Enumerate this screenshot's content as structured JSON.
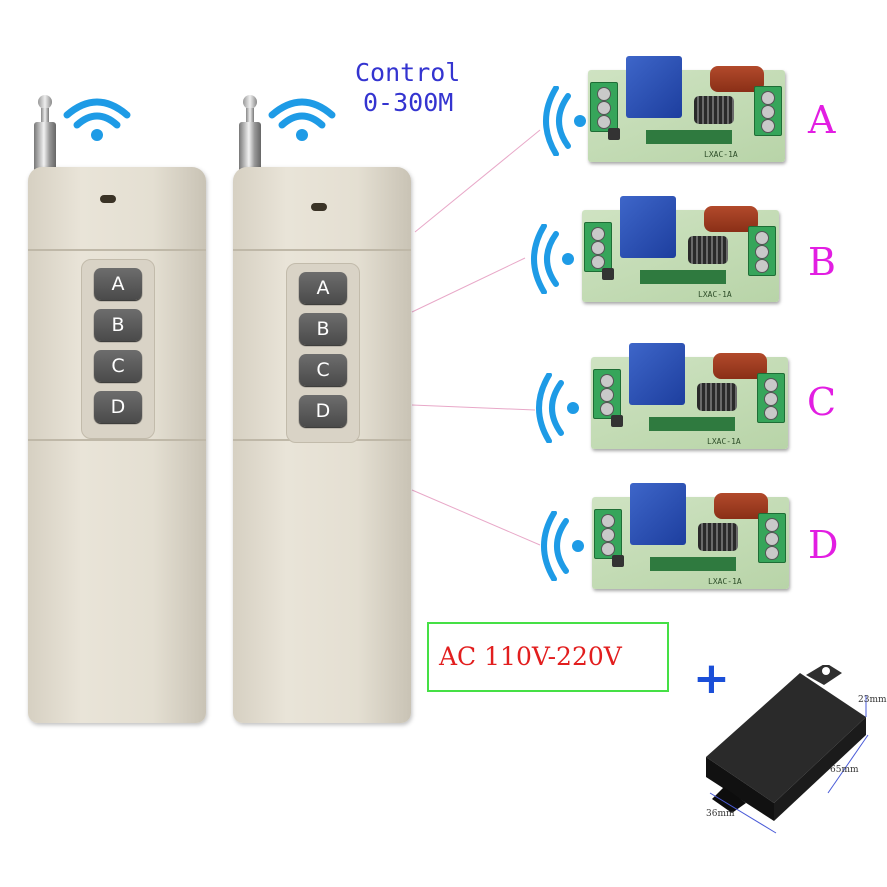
{
  "control_caption": {
    "line1": "Control",
    "line2": "0-300M"
  },
  "remotes": [
    {
      "keys": [
        "A",
        "B",
        "C",
        "D"
      ]
    },
    {
      "keys": [
        "A",
        "B",
        "C",
        "D"
      ]
    }
  ],
  "receivers": [
    {
      "channel": "A",
      "module_label": "LXAC-1A"
    },
    {
      "channel": "B",
      "module_label": "LXAC-1A"
    },
    {
      "channel": "C",
      "module_label": "LXAC-1A"
    },
    {
      "channel": "D",
      "module_label": "LXAC-1A"
    }
  ],
  "voltage_label": "AC  110V-220V",
  "plus_sign": "+",
  "enclosure_dimensions": {
    "height": "23mm",
    "length": "65mm",
    "width": "36mm"
  },
  "colors": {
    "caption_blue": "#3434d0",
    "channel_magenta": "#e21ee2",
    "voltage_red": "#e21e1e",
    "voltage_border_green": "#45e045",
    "wifi_blue": "#1e9be6"
  },
  "icons": [
    "wifi-icon",
    "antenna-icon",
    "signal-waves-icon",
    "plus-icon"
  ]
}
